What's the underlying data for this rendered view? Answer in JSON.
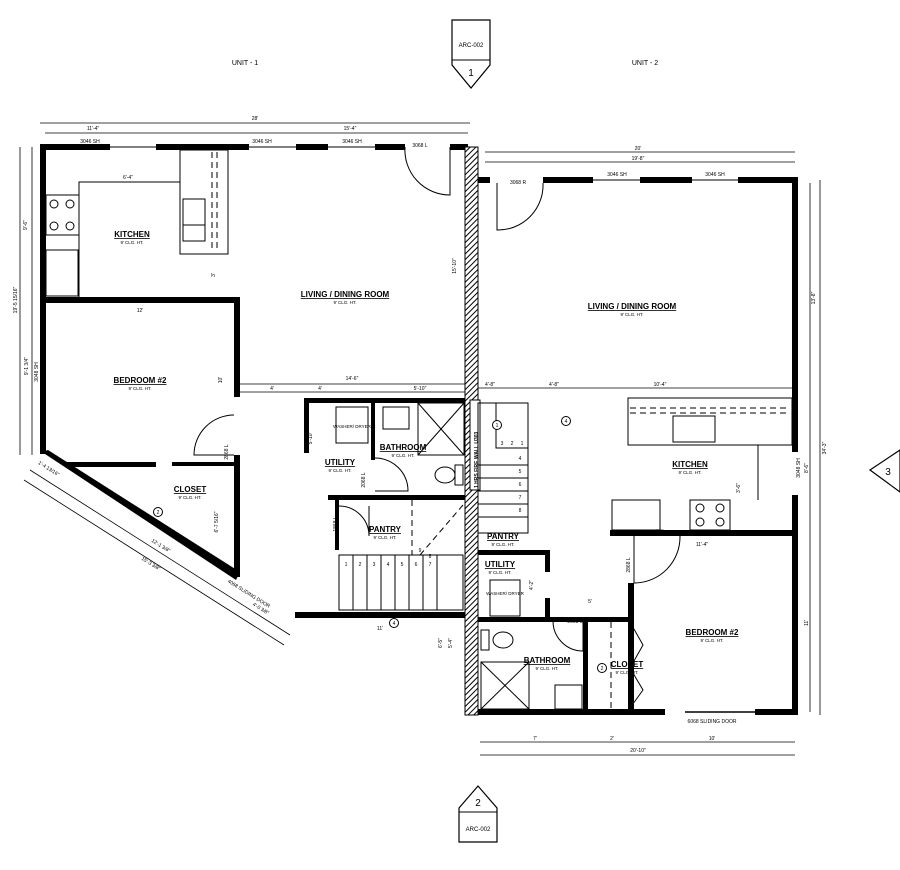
{
  "units": {
    "unit1": "UNIT - 1",
    "unit2": "UNIT - 2"
  },
  "section_markers": {
    "top": {
      "sheet": "ARC-002",
      "number": "1"
    },
    "bottom": {
      "sheet": "ARC-002",
      "number": "2"
    },
    "right": {
      "number": "3"
    }
  },
  "fire_wall": "1 HRS FIRE WALL U303",
  "ceiling_note": "9' CLG. HT.",
  "rooms": {
    "u1_kitchen": "KITCHEN",
    "u1_living": "LIVING / DINING ROOM",
    "u1_bedroom": "BEDROOM #2",
    "u1_closet": "CLOSET",
    "u1_utility": "UTILITY",
    "u1_bathroom": "BATHROOM",
    "u1_pantry": "PANTRY",
    "u2_living": "LIVING / DINING ROOM",
    "u2_kitchen": "KITCHEN",
    "u2_pantry": "PANTRY",
    "u2_utility": "UTILITY",
    "u2_bathroom": "BATHROOM",
    "u2_closet": "CLOSET",
    "u2_bedroom": "BEDROOM #2"
  },
  "appliances": {
    "washer_dryer": "WASHER/ DRYER"
  },
  "labels": [
    "28'",
    "11'-4\"",
    "15'-4\"",
    "3046 SH",
    "3046 SH",
    "3046 SH",
    "3068 L",
    "6'-4\"",
    "3'",
    "15'-10\"",
    "9'-6\"",
    "19'-5 15/16\"",
    "12'",
    "10'",
    "9'-1 3/4\"",
    "3048 SH",
    "14'-6\"",
    "4'",
    "4'",
    "5'-10\"",
    "5'-10\"",
    "2868 L",
    "2068 L",
    "1868 L",
    "1'-4 13/16\"",
    "12'-1 3/8\"",
    "15'-3 3/8\"",
    "6'-7 5/16\"",
    "4068 SLIDING DOOR",
    "4'-0 3/8\"",
    "11'",
    "6'-5\"",
    "5'-4\"",
    "20'",
    "19'-8\"",
    "3068 R",
    "3046 SH",
    "3046 SH",
    "13'-8\"",
    "4'-8\"",
    "4'-8\"",
    "10'-4\"",
    "3'-6\"",
    "34'-3\"",
    "3048 SH",
    "8'-6\"",
    "11'-4\"",
    "2868 L",
    "4'-2\"",
    "5'",
    "2068 L",
    "11'",
    "7'",
    "2'",
    "10'",
    "20'-10\"",
    "6068 SLIDING DOOR"
  ],
  "stair_steps_u1": [
    "1",
    "2",
    "3",
    "4",
    "5",
    "6",
    "7",
    "8",
    "9"
  ],
  "stair_steps_u2": [
    "1",
    "2",
    "3",
    "4",
    "5",
    "6",
    "7",
    "8"
  ],
  "tags": [
    "2",
    "4",
    "4",
    "2",
    "1"
  ]
}
